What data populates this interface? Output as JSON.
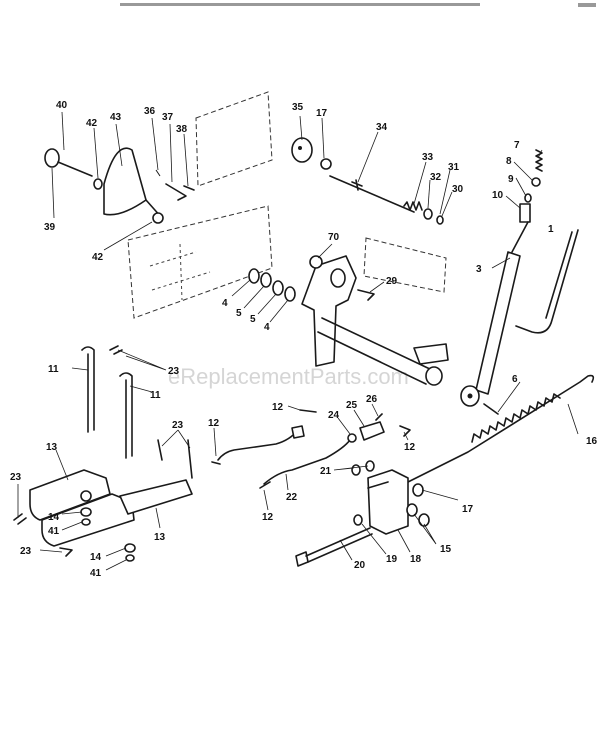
{
  "diagram": {
    "watermark": "eReplacementParts.com",
    "callouts": [
      {
        "id": "c1",
        "text": "1"
      },
      {
        "id": "c3",
        "text": "3"
      },
      {
        "id": "c4a",
        "text": "4"
      },
      {
        "id": "c4b",
        "text": "4"
      },
      {
        "id": "c5a",
        "text": "5"
      },
      {
        "id": "c5b",
        "text": "5"
      },
      {
        "id": "c6",
        "text": "6"
      },
      {
        "id": "c7",
        "text": "7"
      },
      {
        "id": "c8",
        "text": "8"
      },
      {
        "id": "c9",
        "text": "9"
      },
      {
        "id": "c10",
        "text": "10"
      },
      {
        "id": "c11a",
        "text": "11"
      },
      {
        "id": "c11b",
        "text": "11"
      },
      {
        "id": "c12a",
        "text": "12"
      },
      {
        "id": "c12b",
        "text": "12"
      },
      {
        "id": "c12c",
        "text": "12"
      },
      {
        "id": "c12d",
        "text": "12"
      },
      {
        "id": "c13a",
        "text": "13"
      },
      {
        "id": "c13b",
        "text": "13"
      },
      {
        "id": "c14a",
        "text": "14"
      },
      {
        "id": "c14b",
        "text": "14"
      },
      {
        "id": "c15",
        "text": "15"
      },
      {
        "id": "c16",
        "text": "16"
      },
      {
        "id": "c17a",
        "text": "17"
      },
      {
        "id": "c17b",
        "text": "17"
      },
      {
        "id": "c18",
        "text": "18"
      },
      {
        "id": "c19",
        "text": "19"
      },
      {
        "id": "c20",
        "text": "20"
      },
      {
        "id": "c21",
        "text": "21"
      },
      {
        "id": "c22",
        "text": "22"
      },
      {
        "id": "c23a",
        "text": "23"
      },
      {
        "id": "c23b",
        "text": "23"
      },
      {
        "id": "c23c",
        "text": "23"
      },
      {
        "id": "c23d",
        "text": "23"
      },
      {
        "id": "c24",
        "text": "24"
      },
      {
        "id": "c25",
        "text": "25"
      },
      {
        "id": "c26",
        "text": "26"
      },
      {
        "id": "c29",
        "text": "29"
      },
      {
        "id": "c30",
        "text": "30"
      },
      {
        "id": "c31",
        "text": "31"
      },
      {
        "id": "c32",
        "text": "32"
      },
      {
        "id": "c33",
        "text": "33"
      },
      {
        "id": "c34",
        "text": "34"
      },
      {
        "id": "c35",
        "text": "35"
      },
      {
        "id": "c36",
        "text": "36"
      },
      {
        "id": "c37",
        "text": "37"
      },
      {
        "id": "c38",
        "text": "38"
      },
      {
        "id": "c39",
        "text": "39"
      },
      {
        "id": "c40",
        "text": "40"
      },
      {
        "id": "c41a",
        "text": "41"
      },
      {
        "id": "c41b",
        "text": "41"
      },
      {
        "id": "c42a",
        "text": "42"
      },
      {
        "id": "c42b",
        "text": "42"
      },
      {
        "id": "c43",
        "text": "43"
      },
      {
        "id": "c70",
        "text": "70"
      }
    ]
  }
}
